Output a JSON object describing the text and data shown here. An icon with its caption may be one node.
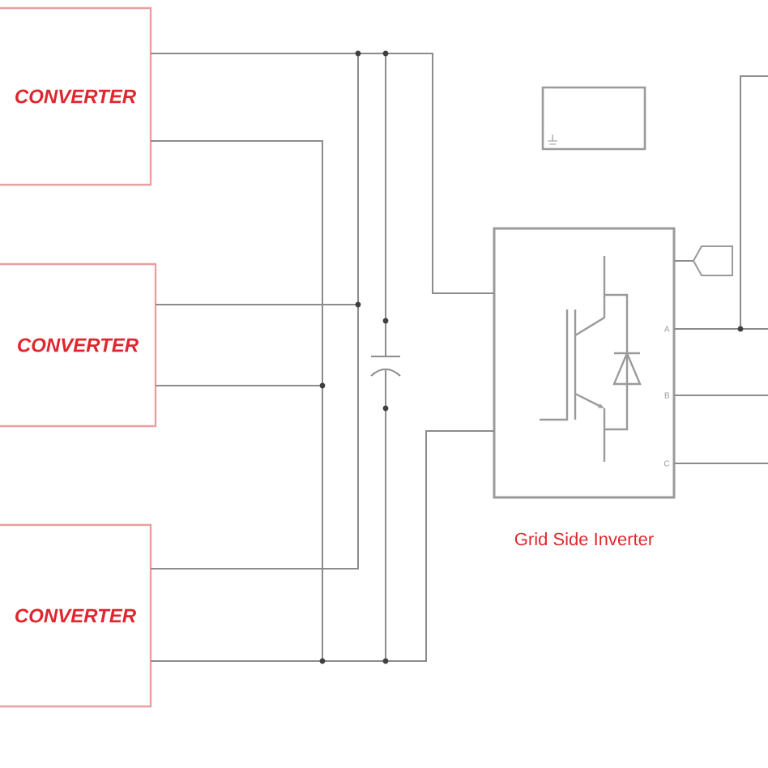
{
  "diagram": {
    "nodes": [
      {
        "text": [
          "CONVERTER"
        ]
      },
      {
        "text": [
          "CONVERTER"
        ]
      },
      {
        "text": [
          "CONVERTER"
        ]
      },
      {
        "text": [],
        "shape": "capacitor"
      },
      {
        "text": [],
        "shape": "box"
      },
      {
        "text": [
          "Grid Side Inverter"
        ]
      },
      {
        "text": [],
        "shape": "tag"
      }
    ],
    "edges": [
      {
        "from": 0,
        "to": 5,
        "arrow": "none"
      },
      {
        "from": 1,
        "to": 5,
        "arrow": "none"
      },
      {
        "from": 2,
        "to": 5,
        "arrow": "none"
      },
      {
        "from": 3,
        "to": 5,
        "arrow": "none"
      },
      {
        "from": 0,
        "to": 5,
        "arrow": "none"
      },
      {
        "from": 1,
        "to": 5,
        "arrow": "none"
      },
      {
        "from": 2,
        "to": 5,
        "arrow": "none"
      },
      {
        "from": 3,
        "to": 5,
        "arrow": "none"
      },
      {
        "from": 5,
        "to": 6,
        "arrow": "none"
      },
      {
        "from": 5,
        "to": null,
        "arrow": "none"
      },
      {
        "from": 5,
        "to": null,
        "arrow": "none"
      },
      {
        "from": 5,
        "to": null,
        "arrow": "none"
      },
      {
        "from": 5,
        "to": null,
        "arrow": "none"
      }
    ],
    "labels": [
      "A",
      "B",
      "C"
    ]
  }
}
